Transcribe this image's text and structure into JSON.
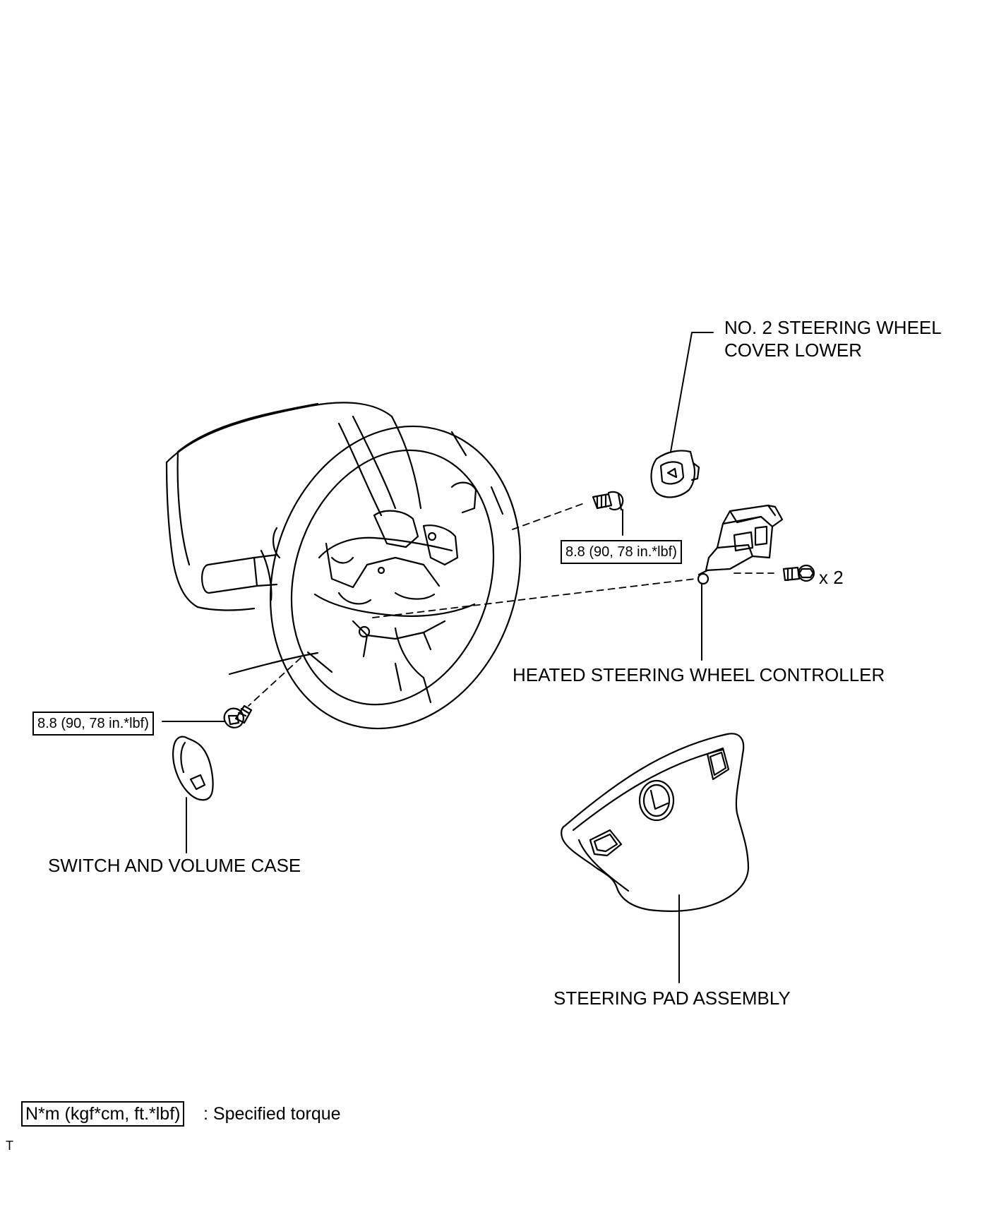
{
  "labels": {
    "cover_lower_line1": "NO. 2 STEERING WHEEL",
    "cover_lower_line2": "COVER LOWER",
    "heated_controller": "HEATED STEERING WHEEL CONTROLLER",
    "switch_case": "SWITCH AND VOLUME CASE",
    "pad_assembly": "STEERING PAD ASSEMBLY",
    "quantity": "x 2"
  },
  "torque": {
    "upper_bolt": "8.8 (90, 78 in.*lbf)",
    "lower_bolt": "8.8 (90, 78 in.*lbf)"
  },
  "legend": {
    "unit_box": "N*m (kgf*cm, ft.*lbf)",
    "description": ": Specified torque"
  },
  "footer": {
    "code": "T"
  }
}
